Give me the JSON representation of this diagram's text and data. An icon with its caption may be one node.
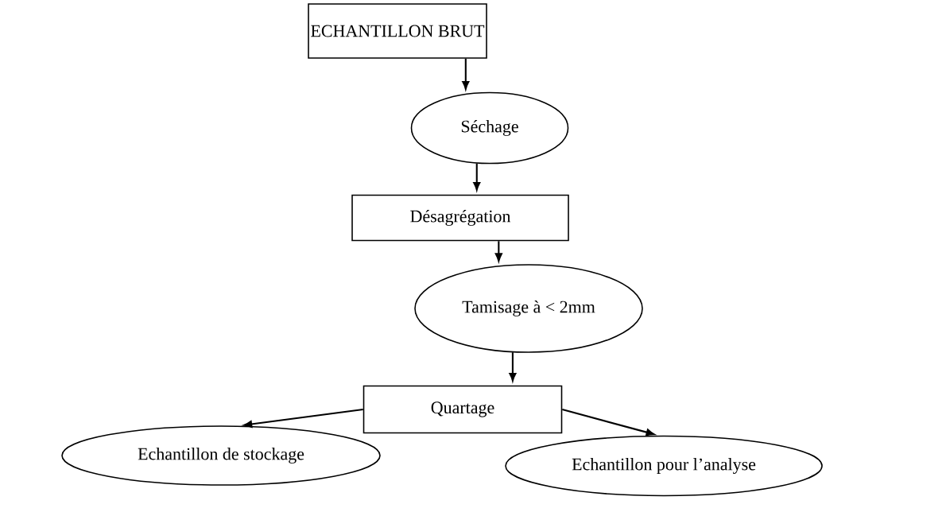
{
  "diagram": {
    "nodes": [
      {
        "text": [
          "ECHANTILLON BRUT"
        ]
      },
      {
        "text": [
          "Séchage"
        ]
      },
      {
        "text": [
          "Désagrégation"
        ]
      },
      {
        "text": [
          "Tamisage à < 2mm"
        ]
      },
      {
        "text": [
          "Quartage"
        ]
      },
      {
        "text": [
          "Echantillon de stockage"
        ]
      },
      {
        "text": [
          "Echantillon pour l’analyse"
        ]
      }
    ],
    "edges": [
      {
        "from": 0,
        "to": 1,
        "arrow": "to"
      },
      {
        "from": 1,
        "to": 2,
        "arrow": "to"
      },
      {
        "from": 2,
        "to": 3,
        "arrow": "to"
      },
      {
        "from": 3,
        "to": 4,
        "arrow": "to"
      },
      {
        "from": 4,
        "to": 5,
        "arrow": "to"
      },
      {
        "from": 4,
        "to": 6,
        "arrow": "to"
      }
    ]
  }
}
